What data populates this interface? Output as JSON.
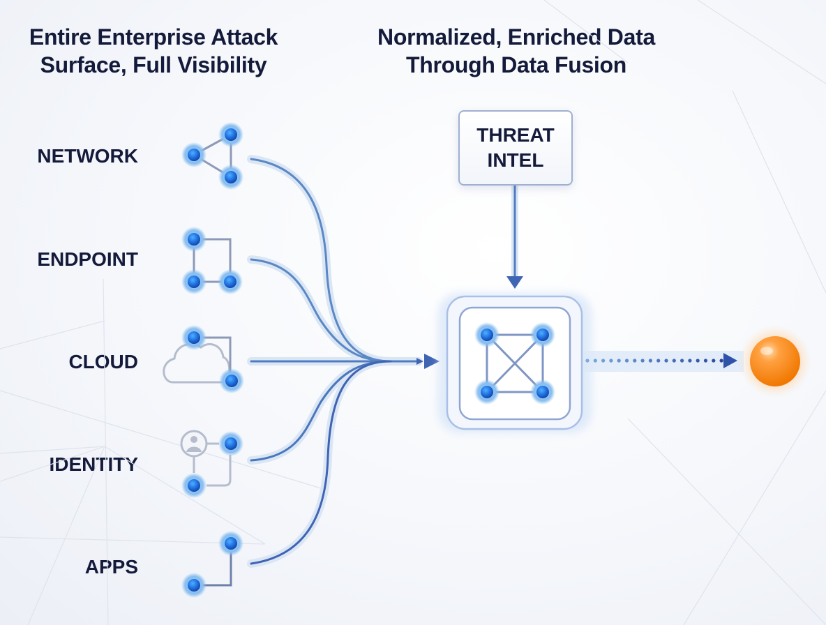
{
  "titles": {
    "left": [
      "Entire Enterprise Attack",
      "Surface, Full Visibility"
    ],
    "right": [
      "Normalized, Enriched Data",
      "Through Data Fusion"
    ]
  },
  "sources": [
    {
      "label": "NETWORK",
      "icon": "network-triangle-icon"
    },
    {
      "label": "ENDPOINT",
      "icon": "endpoint-nodes-icon"
    },
    {
      "label": "CLOUD",
      "icon": "cloud-icon"
    },
    {
      "label": "IDENTITY",
      "icon": "user-identity-icon"
    },
    {
      "label": "APPS",
      "icon": "apps-nodes-icon"
    }
  ],
  "threat_intel": {
    "lines": [
      "THREAT",
      "INTEL"
    ]
  },
  "fusion_hub": {
    "icon": "fused-mesh-icon"
  },
  "output": {
    "icon": "orange-sphere-icon"
  },
  "colors": {
    "node": "#1f6fe0",
    "node_glow": "#8cc0f0",
    "flow": "#3f64b4",
    "flow_halo": "#dbe6f5",
    "output": "#ff8a1a",
    "text": "#141a3a"
  }
}
